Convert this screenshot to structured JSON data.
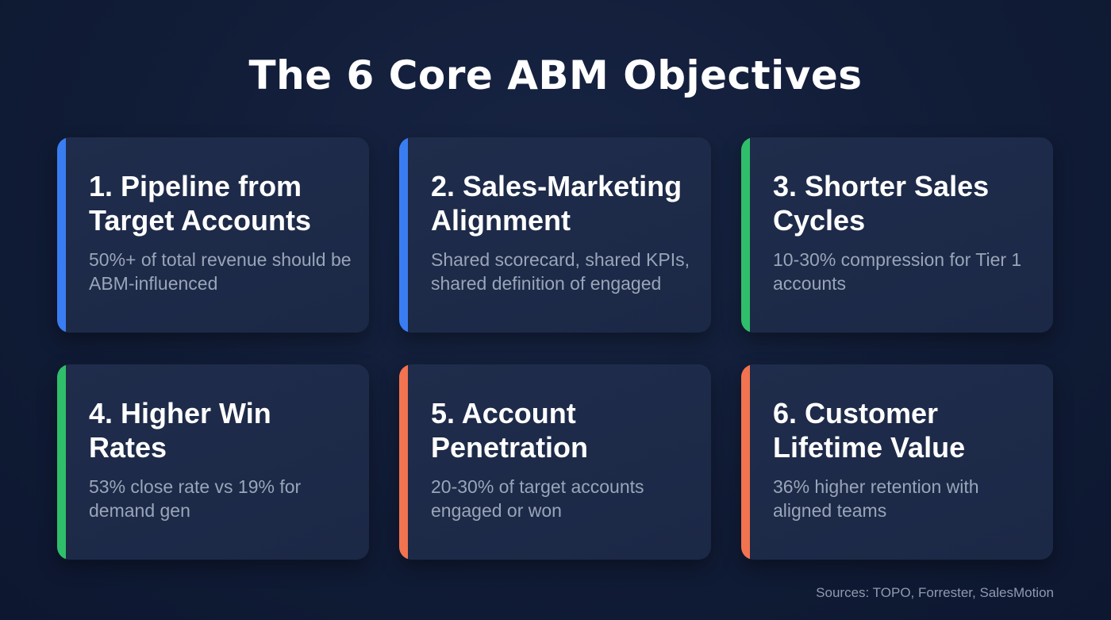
{
  "title": "The 6 Core ABM Objectives",
  "colors": {
    "blue": "#3a7df2",
    "green": "#2fbf6a",
    "orange": "#f2734f"
  },
  "cards": [
    {
      "heading": "1. Pipeline from Target Accounts",
      "description": "50%+ of total revenue should be ABM-influenced",
      "accent": "#3a7df2"
    },
    {
      "heading": "2. Sales-Marketing Alignment",
      "description": "Shared scorecard, shared KPIs, shared definition of engaged",
      "accent": "#3a7df2"
    },
    {
      "heading": "3. Shorter Sales Cycles",
      "description": "10-30% compression for Tier 1 accounts",
      "accent": "#2fbf6a"
    },
    {
      "heading": "4. Higher Win Rates",
      "description": "53% close rate vs 19% for demand gen",
      "accent": "#2fbf6a"
    },
    {
      "heading": "5. Account Penetration",
      "description": "20-30% of target accounts engaged or won",
      "accent": "#f2734f"
    },
    {
      "heading": "6. Customer Lifetime Value",
      "description": "36% higher retention with aligned teams",
      "accent": "#f2734f"
    }
  ],
  "footer": {
    "sources": "Sources: TOPO, Forrester, SalesMotion"
  }
}
